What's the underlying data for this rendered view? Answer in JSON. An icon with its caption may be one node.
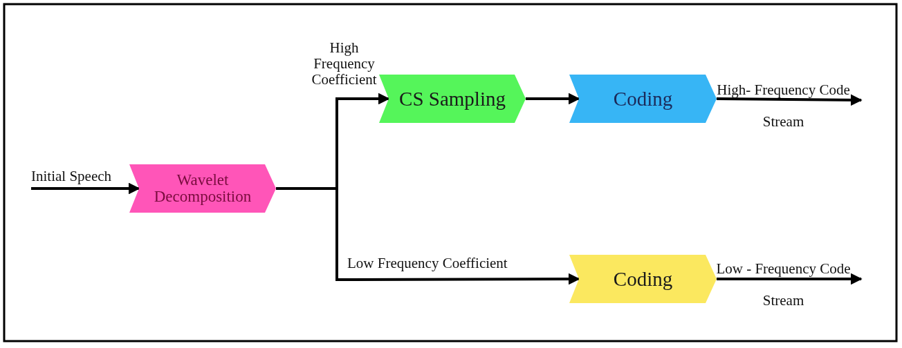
{
  "diagram": {
    "nodes": [
      {
        "text": [
          "Wavelet Decomposition"
        ]
      },
      {
        "text": [
          "CS Sampling"
        ]
      },
      {
        "text": [
          "Coding"
        ]
      },
      {
        "text": [
          "Coding"
        ]
      }
    ],
    "edges": [
      {
        "from": null,
        "to": 0,
        "arrow": "to",
        "label": "Initial Speech"
      },
      {
        "from": 0,
        "to": 1,
        "arrow": "to",
        "label": "High Frequency Coefficient"
      },
      {
        "from": 0,
        "to": 3,
        "arrow": "to",
        "label": "Low Frequency Coefficient"
      },
      {
        "from": 1,
        "to": 2,
        "arrow": "to"
      },
      {
        "from": 2,
        "to": null,
        "arrow": "to",
        "label": "High- Frequency Code Stream"
      },
      {
        "from": 3,
        "to": null,
        "arrow": "to",
        "label": "Low - Frequency Code Stream"
      }
    ]
  }
}
